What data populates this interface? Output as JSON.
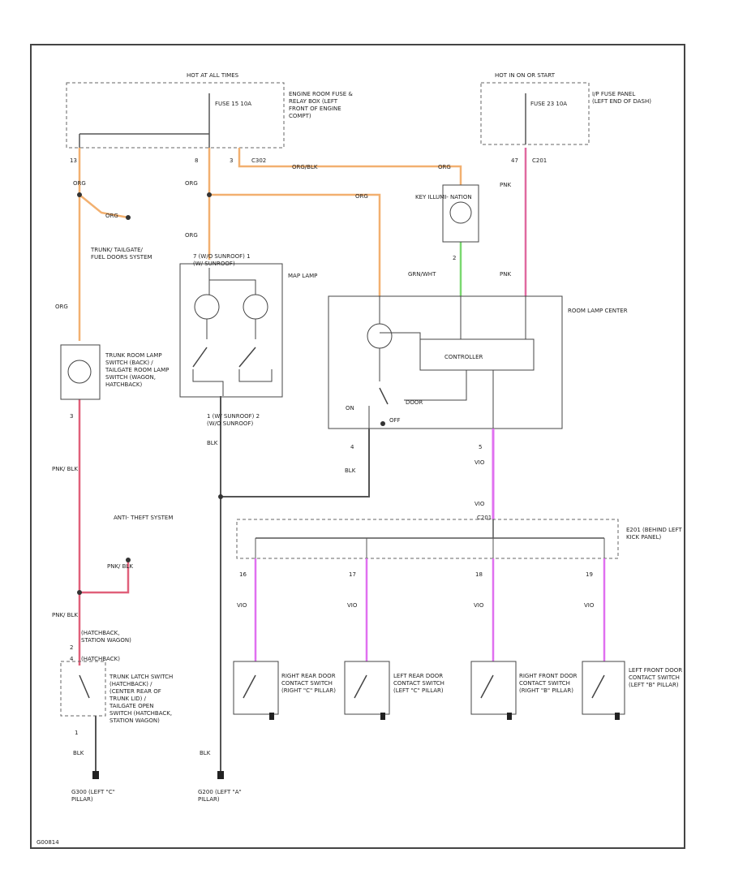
{
  "colors": {
    "orange_wire": "#f2b070",
    "pink_wire": "#e06aa0",
    "green_wire": "#7ad870",
    "magenta_wire": "#e070f0",
    "red_wire": "#e0607a",
    "black_wire": "#555555",
    "outline": "#444444"
  },
  "labels": {
    "hot_at_all_times": "HOT AT ALL TIMES",
    "engine_room_box": "ENGINE ROOM FUSE & RELAY BOX (LEFT FRONT OF ENGINE COMPT)",
    "fuse_left": "FUSE 15 10A",
    "hot_in_on": "HOT IN ON OR START",
    "ip_fuse_panel": "I/P FUSE PANEL (LEFT END OF DASH)",
    "fuse_right": "FUSE 23 10A",
    "pin_13": "13",
    "pin_8": "8",
    "pin_3": "3",
    "c302": "C302",
    "org_a": "ORG",
    "org_b": "ORG",
    "org_c": "ORG",
    "org_d": "ORG",
    "org_e": "ORG",
    "org_blk": "ORG/BLK",
    "trunk_station": "TRUNK/ TAILGATE/ FUEL DOORS SYSTEM",
    "key_illum": "KEY ILLUMI- NATION",
    "grn_wht": "GRN/WHT",
    "pin_2": "2",
    "pnk_a": "PNK",
    "pnk_b": "PNK",
    "pin_47": "47",
    "c201": "C201",
    "map_lamp": "MAP LAMP",
    "sunroof_top": "7 (W/O SUNROOF) 1 (W/ SUNROOF)",
    "room_lamp": "ROOM LAMP CENTER",
    "controller": "CONTROLLER",
    "on": "ON",
    "door": "DOOR",
    "off": "OFF",
    "trunk_lamp": "TRUNK ROOM LAMP SWITCH (BACK) / TAILGATE ROOM LAMP SWITCH (WAGON, HATCHBACK)",
    "pin_3_b": "3",
    "pnk_blk_a": "PNK/ BLK",
    "sunroof_bottom": "1 (W/ SUNROOF) 2 (W/O SUNROOF)",
    "blk_a": "BLK",
    "pin_4": "4",
    "blk_b": "BLK",
    "pin_5": "5",
    "vio_a": "VIO",
    "vio_b": "VIO",
    "c201b": "C201",
    "antitheft": "ANTI- THEFT SYSTEM",
    "pnk_blk_b": "PNK/ BLK",
    "dash_left": "E201 (BEHIND LEFT KICK PANEL)",
    "pin_16": "16",
    "pin_17": "17",
    "pin_18": "18",
    "pin_19": "19",
    "vio_c": "VIO",
    "vio_d": "VIO",
    "vio_e": "VIO",
    "vio_f": "VIO",
    "pnk_blk_c": "PNK/ BLK",
    "hatch_wagon": "(HATCHBACK, STATION WAGON)",
    "pin_2b": "2",
    "pin_4b": "4",
    "hatchback": "(HATCHBACK)",
    "trunk_latch": "TRUNK LATCH SWITCH (HATCHBACK) / (CENTER REAR OF TRUNK LID) / TAILGATE OPEN SWITCH (HATCHBACK, STATION WAGON)",
    "pin_1": "1",
    "blk_c": "BLK",
    "blk_d": "BLK",
    "rr_door": "RIGHT REAR DOOR CONTACT SWITCH (RIGHT \"C\" PILLAR)",
    "lr_door": "LEFT REAR DOOR CONTACT SWITCH (LEFT \"C\" PILLAR)",
    "rf_door": "RIGHT FRONT DOOR CONTACT SWITCH (RIGHT \"B\" PILLAR)",
    "lf_door": "LEFT FRONT DOOR CONTACT SWITCH (LEFT \"B\" PILLAR)",
    "g300": "G300 (LEFT \"C\" PILLAR)",
    "g200": "G200 (LEFT \"A\" PILLAR)",
    "footer": "G00814"
  }
}
